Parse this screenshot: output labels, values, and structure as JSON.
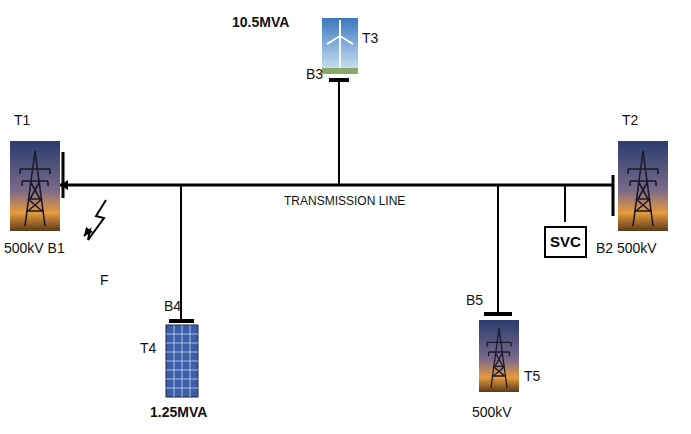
{
  "diagram": {
    "nodes": [
      {
        "text": [
          "SVC"
        ]
      }
    ],
    "labels": [
      "10.5MVA",
      "T3",
      "B3",
      "T1",
      "T2",
      "TRANSMISSION LINE",
      "500kV B1",
      "F",
      "B2 500kV",
      "B5",
      "B4",
      "T4",
      "T5",
      "1.25MVA",
      "500kV"
    ]
  }
}
